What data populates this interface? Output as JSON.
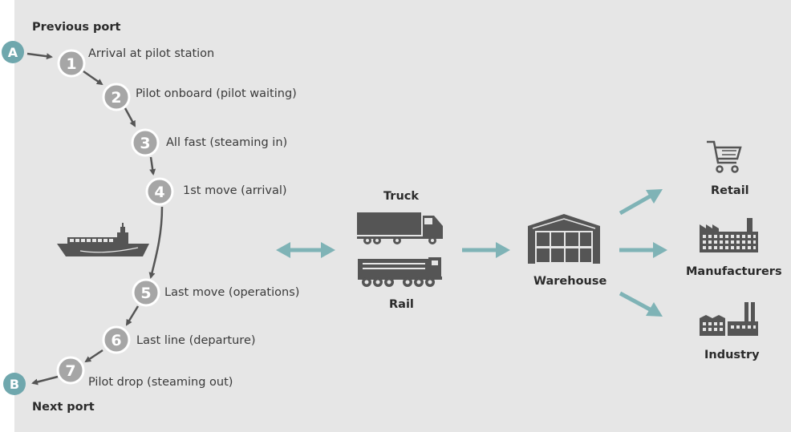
{
  "ports": {
    "previous": {
      "marker": "A",
      "label": "Previous port"
    },
    "next": {
      "marker": "B",
      "label": "Next port"
    }
  },
  "steps": [
    {
      "num": "1",
      "label": "Arrival at pilot station"
    },
    {
      "num": "2",
      "label": "Pilot onboard (pilot waiting)"
    },
    {
      "num": "3",
      "label": "All fast (steaming in)"
    },
    {
      "num": "4",
      "label": "1st move (arrival)"
    },
    {
      "num": "5",
      "label": "Last move (operations)"
    },
    {
      "num": "6",
      "label": "Last line (departure)"
    },
    {
      "num": "7",
      "label": "Pilot drop (steaming out)"
    }
  ],
  "transport": {
    "truck": "Truck",
    "rail": "Rail"
  },
  "warehouse": "Warehouse",
  "destinations": {
    "retail": "Retail",
    "manufacturers": "Manufacturers",
    "industry": "Industry"
  },
  "colors": {
    "background": "#e6e6e6",
    "step_circle": "#a6a6a6",
    "port_circle": "#6fa7ad",
    "arrow_teal": "#7fb3b6",
    "icon_dark": "#555555",
    "arrow_grey": "#555555"
  }
}
